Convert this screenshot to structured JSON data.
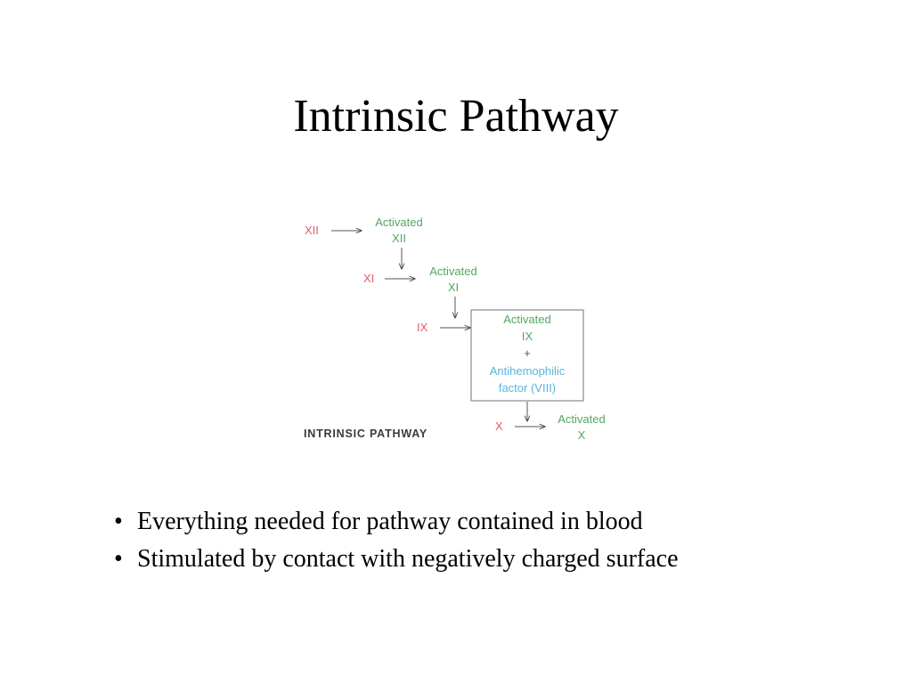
{
  "slide": {
    "title": "Intrinsic Pathway",
    "bullets": [
      "Everything needed for pathway contained in blood",
      "Stimulated by contact with negatively charged surface"
    ],
    "bullet_symbol": "•"
  },
  "diagram": {
    "caption": "INTRINSIC PATHWAY",
    "steps": [
      {
        "factor": "XII",
        "activated_line1": "Activated",
        "activated_line2": "XII"
      },
      {
        "factor": "XI",
        "activated_line1": "Activated",
        "activated_line2": "XI"
      },
      {
        "factor": "IX",
        "activated_line1": "Activated",
        "activated_line2": "IX"
      },
      {
        "factor": "X",
        "activated_line1": "Activated",
        "activated_line2": "X"
      }
    ],
    "complex": {
      "plus": "+",
      "cofactor_line1": "Antihemophilic",
      "cofactor_line2": "factor (VIII)"
    },
    "colors": {
      "inactive_factor": "#e05a6a",
      "activated_factor": "#52a85f",
      "cofactor": "#5ab4d8"
    }
  }
}
